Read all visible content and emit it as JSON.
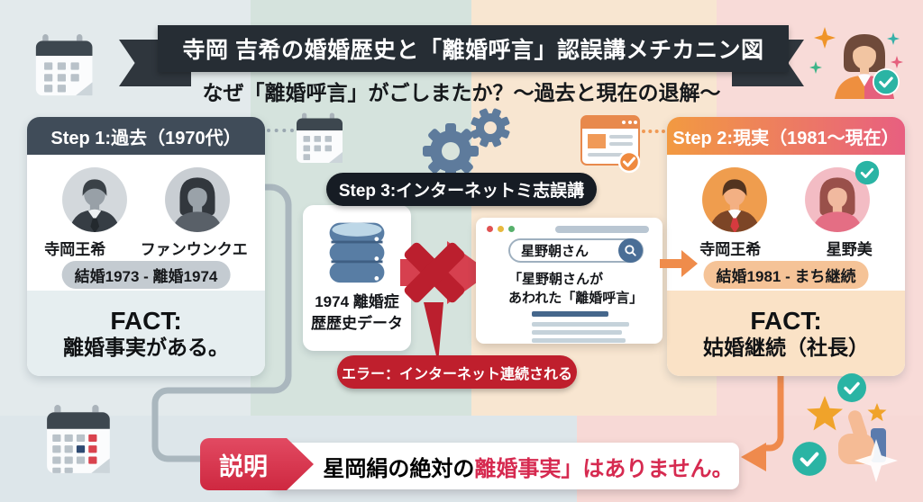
{
  "title_banner": {
    "title": "寺岡 吉希の婚婚歴史と「離婚呼言」認誤講メチカニン図"
  },
  "subtitle": "なぜ「離婚呼言」がごしまたか？～過去と現在の退解～",
  "step1": {
    "header": "Step 1:過去（1970代）",
    "person_left": "寺岡王希",
    "person_right": "ファンウンクエ",
    "marriage_period": "結婚1973 - 離婚1974",
    "fact_label": "FACT:",
    "fact_text": "離婚事実がある。"
  },
  "step2": {
    "header": "Step 2:現実（1981～現在）",
    "person_left": "寺岡王希",
    "person_right": "星野美",
    "marriage_period": "結婚1981 - まち継続",
    "fact_label": "FACT:",
    "fact_text": "姑婚継続（社長）"
  },
  "step3": {
    "header": "Step 3:インターネットミ志誤講",
    "database_label_line1": "1974 離婚症",
    "database_label_line2": "歴歴史データ",
    "error_label": "エラー：インターネット連続される"
  },
  "browser": {
    "search_query": "星野朝さん",
    "result_line1": "「星野朝さんが",
    "result_line2": "あわれた「離婚呼言」"
  },
  "conclusion": {
    "tab_label": "説明",
    "statement_prefix": "星岡絹の絶対の",
    "statement_highlight": "離婚事実」はありません。"
  },
  "icons": {
    "calendar": "calendar-icon",
    "gears": "gears-icon",
    "article": "article-check-icon",
    "database": "database-icon",
    "search": "search-icon",
    "cross": "x-cross-icon",
    "check": "check-badge-icon",
    "star": "star-icon",
    "sparkle": "sparkle-icon",
    "thumbs_up": "thumbs-up-icon"
  },
  "colors": {
    "step1_header": "#404c59",
    "step2_header_start": "#f29a41",
    "step2_header_end": "#e85f80",
    "banner_black": "#262d34",
    "accent_red": "#bf1f2d",
    "accent_crimson": "#d62a50",
    "accent_orange": "#ef8c4b",
    "accent_teal": "#2ab4a4"
  }
}
